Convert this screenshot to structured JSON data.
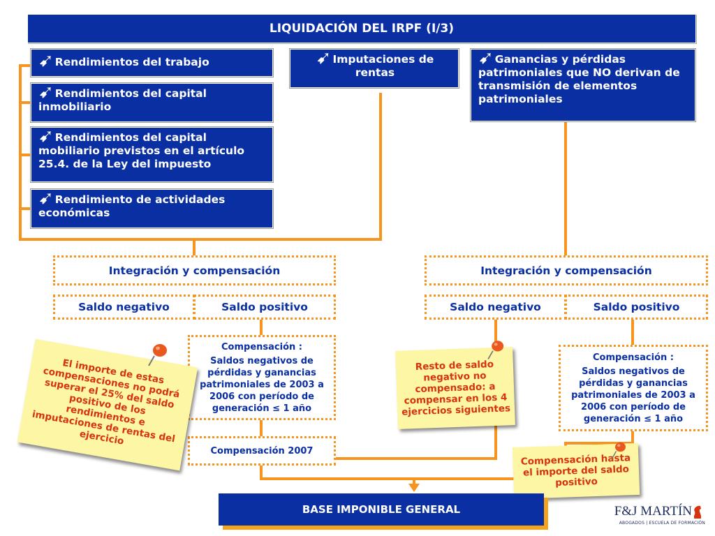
{
  "title": "LIQUIDACIÓN DEL IRPF (I/3)",
  "arrow_glyph": "➹",
  "left_boxes": [
    "Rendimientos del trabajo",
    "Rendimientos del capital inmobiliario",
    "Rendimientos del capital mobiliario previstos en el artículo 25.4. de la Ley del impuesto",
    "Rendimiento de actividades económicas"
  ],
  "center_box": "Imputaciones de rentas",
  "right_box": "Ganancias y pérdidas patrimoniales que NO derivan de transmisión de elementos patrimoniales",
  "left_group": {
    "integration": "Integración y compensación",
    "negative": "Saldo negativo",
    "positive": "Saldo positivo",
    "comp_title": "Compensación :",
    "comp_text": "Saldos negativos de pérdidas y ganancias patrimoniales de 2003 a 2006 con período de generación ≤ 1 año",
    "comp_2007": "Compensación 2007",
    "note": "El importe de estas compensaciones no podrá superar el 25% del saldo positivo de los rendimientos e imputaciones de rentas del ejercicio"
  },
  "right_group": {
    "integration": "Integración y compensación",
    "negative": "Saldo negativo",
    "positive": "Saldo positivo",
    "comp_title": "Compensación :",
    "comp_text": "Saldos negativos de pérdidas y ganancias patrimoniales de 2003 a 2006 con período de generación ≤ 1 año",
    "note_negative": "Resto de saldo negativo no compensado: a compensar en los 4 ejercicios siguientes",
    "note_compensation": "Compensación hasta el importe del saldo positivo"
  },
  "base": "BASE IMPONIBLE GENERAL",
  "logo": {
    "name": "F&J MARTÍN",
    "tagline": "ABOGADOS | ESCUELA DE FORMACIÓN"
  },
  "colors": {
    "blue": "#0a2fa3",
    "orange": "#f7941d",
    "note_bg": "#fdf6a4",
    "note_text": "#d6330f"
  }
}
